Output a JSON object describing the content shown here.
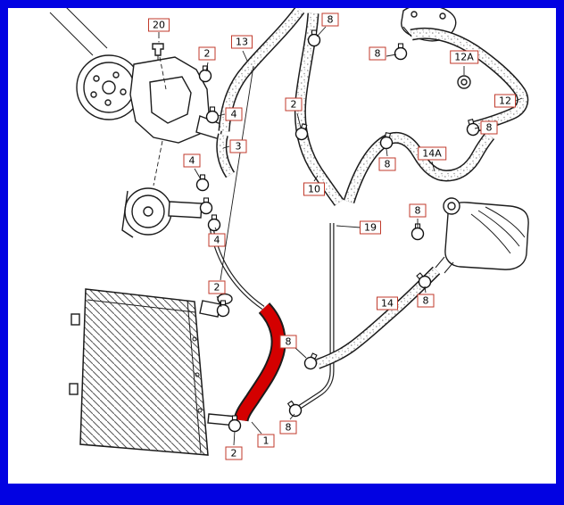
{
  "diagram": {
    "type": "exploded-parts-diagram",
    "subject": "engine cooling system hoses, clamps, radiator and expansion tank",
    "frame_color": "#0202e2",
    "highlight_color": "#d40000",
    "callout_border_color": "#c03a2b",
    "highlighted_part_label": "1"
  },
  "callouts": [
    {
      "label": "20"
    },
    {
      "label": "2"
    },
    {
      "label": "13"
    },
    {
      "label": "8"
    },
    {
      "label": "8"
    },
    {
      "label": "12A"
    },
    {
      "label": "12"
    },
    {
      "label": "4"
    },
    {
      "label": "2"
    },
    {
      "label": "3"
    },
    {
      "label": "4"
    },
    {
      "label": "8"
    },
    {
      "label": "14A"
    },
    {
      "label": "8"
    },
    {
      "label": "10"
    },
    {
      "label": "4"
    },
    {
      "label": "8"
    },
    {
      "label": "19"
    },
    {
      "label": "2"
    },
    {
      "label": "14"
    },
    {
      "label": "8"
    },
    {
      "label": "8"
    },
    {
      "label": "8"
    },
    {
      "label": "1"
    },
    {
      "label": "2"
    }
  ],
  "icons": {
    "hose-clamp": "small circle with screw head on top",
    "grommet": "two concentric rings",
    "stippled-hose": "speckled rubber hose band"
  }
}
